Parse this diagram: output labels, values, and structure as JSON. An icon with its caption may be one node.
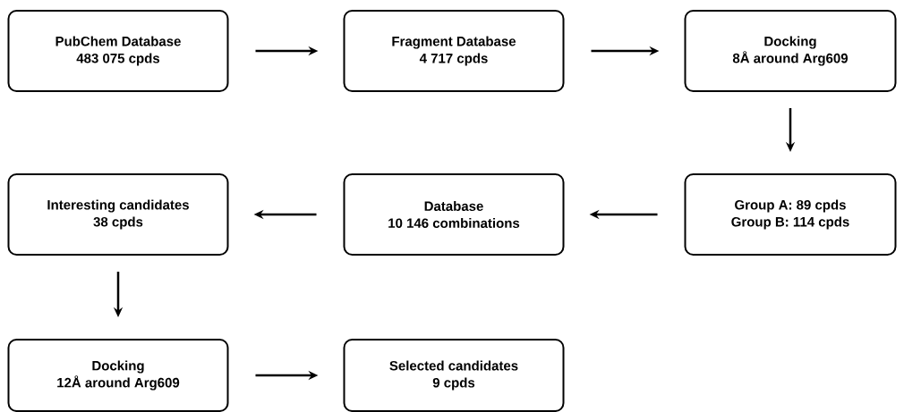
{
  "diagram": {
    "nodes": [
      {
        "text": [
          "PubChem Database",
          "483 075 cpds"
        ]
      },
      {
        "text": [
          "Fragment Database",
          "4 717 cpds"
        ]
      },
      {
        "text": [
          "Docking",
          "8Å around Arg609"
        ]
      },
      {
        "text": [
          "Group A: 89 cpds",
          "Group B: 114 cpds"
        ]
      },
      {
        "text": [
          "Database",
          "10 146 combinations"
        ]
      },
      {
        "text": [
          "Interesting candidates",
          "38 cpds"
        ]
      },
      {
        "text": [
          "Docking",
          "12Å around Arg609"
        ]
      },
      {
        "text": [
          "Selected candidates",
          "9 cpds"
        ]
      }
    ],
    "edges": [
      {
        "from": 0,
        "to": 1,
        "arrow": "to"
      },
      {
        "from": 1,
        "to": 2,
        "arrow": "to"
      },
      {
        "from": 2,
        "to": 3,
        "arrow": "to"
      },
      {
        "from": 3,
        "to": 4,
        "arrow": "to"
      },
      {
        "from": 4,
        "to": 5,
        "arrow": "to"
      },
      {
        "from": 5,
        "to": 6,
        "arrow": "to"
      },
      {
        "from": 6,
        "to": 7,
        "arrow": "to"
      }
    ]
  }
}
